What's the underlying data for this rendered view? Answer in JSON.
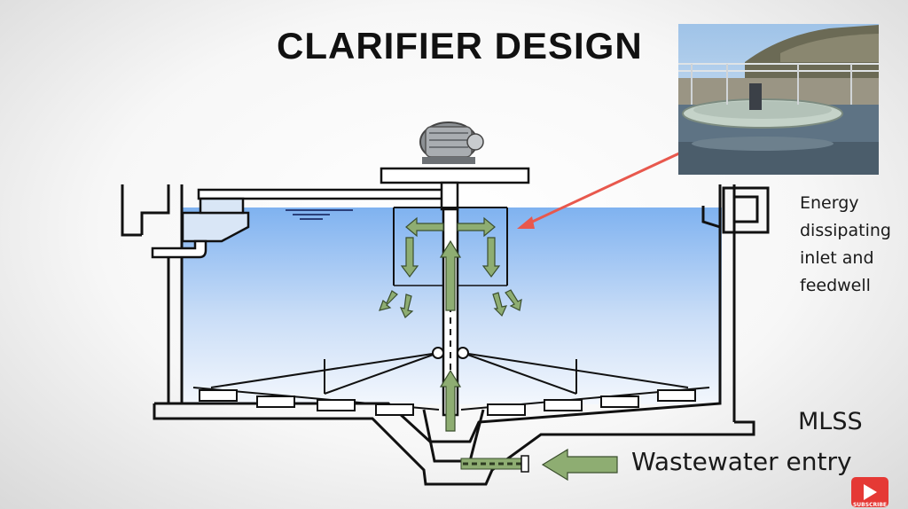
{
  "title": "CLARIFIER DESIGN",
  "callout": "Energy dissipating inlet and feedwell",
  "labels": {
    "mlss": "MLSS",
    "wastewater_entry": "Wastewater entry"
  },
  "subscribe": {
    "label": "SUBSCRIBE",
    "icon": "play-icon"
  },
  "colors": {
    "water_top": "#7fb2f0",
    "water_bottom": "#e6f0fc",
    "flow_arrow": "#8ead72",
    "pointer_arrow": "#e8584d",
    "subscribe": "#e53935"
  },
  "photo": {
    "subject": "photo of a circular clarifier tank with bridge"
  }
}
